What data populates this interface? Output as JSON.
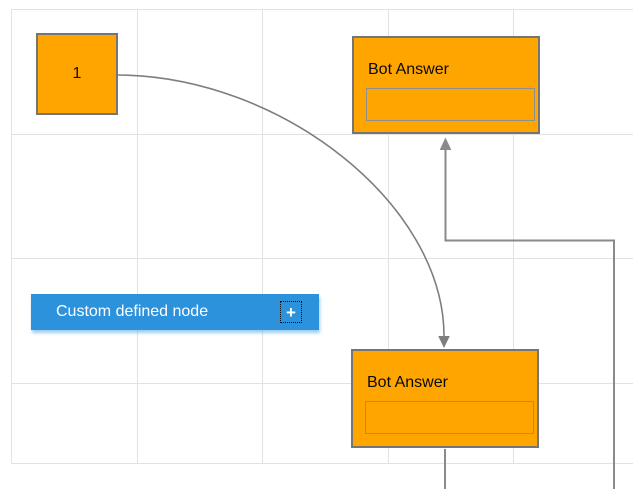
{
  "diagram": {
    "nodes": {
      "start": {
        "label": "1",
        "shape": "square"
      },
      "bot_answer_top": {
        "title": "Bot Answer",
        "field_value": "",
        "field_placeholder": ""
      },
      "bot_answer_bottom": {
        "title": "Bot Answer",
        "field_value": "",
        "field_placeholder": ""
      },
      "custom": {
        "label": "Custom defined node",
        "icon": "plus-icon",
        "icon_glyph": "+"
      }
    },
    "connectors": [
      {
        "id": "curve",
        "style": "bezier",
        "from": "start",
        "to": "bot_answer_bottom",
        "arrow": "down"
      },
      {
        "id": "ortho",
        "style": "orthogonal",
        "from": "bot_answer_bottom",
        "to": "bot_answer_top",
        "arrow": "up"
      }
    ],
    "colors": {
      "node_fill": "#ffa500",
      "node_border": "#757575",
      "inner_field_border": "#8f8f8f",
      "custom_node_fill": "#2c92dc",
      "custom_node_text": "#ffffff",
      "connector": "#7e7e7e",
      "grid_line": "#e2e2e2",
      "background": "#ffffff",
      "label_text": "#0a0a0a"
    }
  }
}
